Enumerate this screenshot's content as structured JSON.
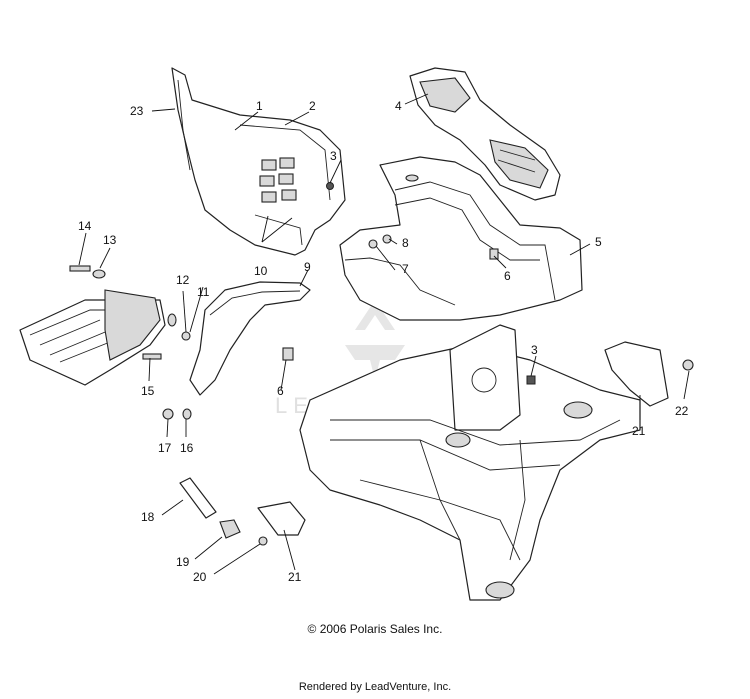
{
  "diagram": {
    "callouts": [
      {
        "id": "c-1",
        "label": "1"
      },
      {
        "id": "c-2",
        "label": "2"
      },
      {
        "id": "c-3a",
        "label": "3"
      },
      {
        "id": "c-3b",
        "label": "3"
      },
      {
        "id": "c-4",
        "label": "4"
      },
      {
        "id": "c-5",
        "label": "5"
      },
      {
        "id": "c-6a",
        "label": "6"
      },
      {
        "id": "c-6b",
        "label": "6"
      },
      {
        "id": "c-7",
        "label": "7"
      },
      {
        "id": "c-8",
        "label": "8"
      },
      {
        "id": "c-9",
        "label": "9"
      },
      {
        "id": "c-10",
        "label": "10"
      },
      {
        "id": "c-11",
        "label": "11"
      },
      {
        "id": "c-12",
        "label": "12"
      },
      {
        "id": "c-13",
        "label": "13"
      },
      {
        "id": "c-14",
        "label": "14"
      },
      {
        "id": "c-15",
        "label": "15"
      },
      {
        "id": "c-16",
        "label": "16"
      },
      {
        "id": "c-17",
        "label": "17"
      },
      {
        "id": "c-18",
        "label": "18"
      },
      {
        "id": "c-19",
        "label": "19"
      },
      {
        "id": "c-20",
        "label": "20"
      },
      {
        "id": "c-21a",
        "label": "21"
      },
      {
        "id": "c-21b",
        "label": "21"
      },
      {
        "id": "c-22",
        "label": "22"
      },
      {
        "id": "c-23",
        "label": "23"
      }
    ],
    "watermark_text": "LEADVENTURE"
  },
  "footer": {
    "copyright": "© 2006 Polaris Sales Inc.",
    "rendered_by": "Rendered by LeadVenture, Inc."
  }
}
